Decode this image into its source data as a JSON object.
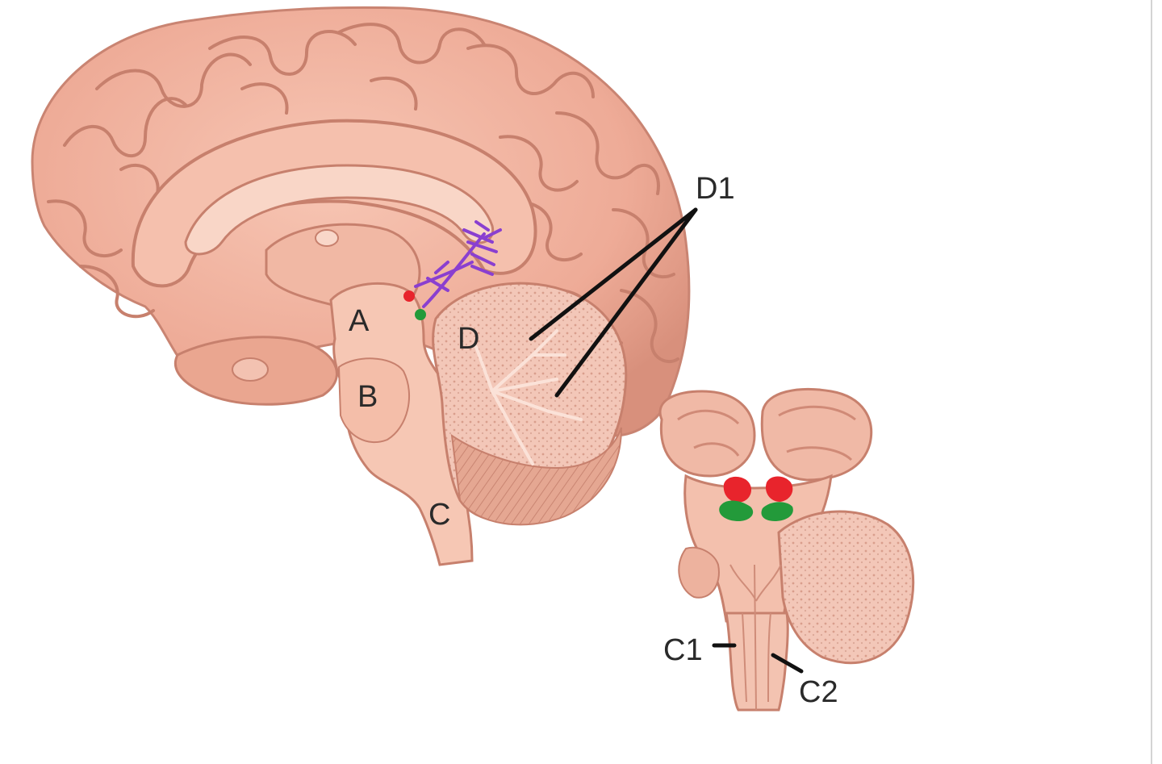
{
  "labels": {
    "A": "A",
    "B": "B",
    "C": "C",
    "D": "D",
    "D1": "D1",
    "C1": "C1",
    "C2": "C2"
  },
  "colors": {
    "brain_tissue": "#f2b4a0",
    "brain_shadow": "#d98d7a",
    "gyrus_highlight": "#f8c9b8",
    "brainstem": "#f5c3b0",
    "cerebellum": "#efb8a6",
    "red_marker": "#e8242c",
    "green_marker": "#239a3a",
    "purple_marker": "#8a3fd0",
    "leader_line": "#111111"
  }
}
